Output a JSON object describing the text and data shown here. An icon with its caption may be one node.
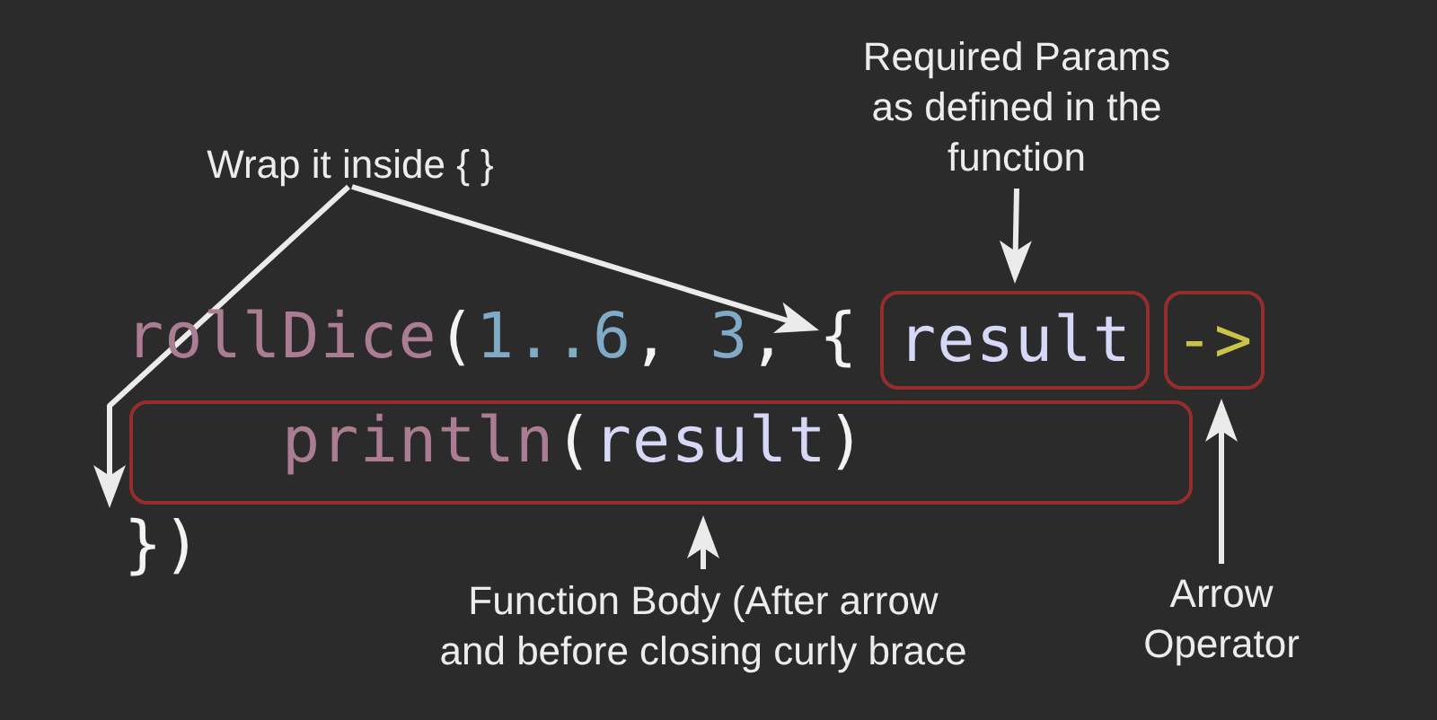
{
  "diagram": {
    "nodes": [
      {
        "text": [
          "Required Params as defined in the function"
        ]
      },
      {
        "text": [
          "Wrap it inside { }"
        ]
      },
      {
        "text": [
          "{"
        ]
      },
      {
        "text": [
          "result"
        ]
      },
      {
        "text": [
          "->"
        ]
      },
      {
        "text": [
          "println(result)"
        ]
      },
      {
        "text": [
          "})"
        ]
      },
      {
        "text": [
          "Function Body (After arrow and before closing curly brace"
        ]
      },
      {
        "text": [
          "Arrow Operator"
        ]
      }
    ],
    "edges": [
      {
        "from": 0,
        "to": 3,
        "arrow": "to"
      },
      {
        "from": 1,
        "to": 2,
        "arrow": "to"
      },
      {
        "from": 1,
        "to": 6,
        "arrow": "to"
      },
      {
        "from": 7,
        "to": 5,
        "arrow": "to"
      },
      {
        "from": 8,
        "to": 4,
        "arrow": "to"
      }
    ],
    "labels": [
      "rollDice(1..6, 3,"
    ]
  }
}
